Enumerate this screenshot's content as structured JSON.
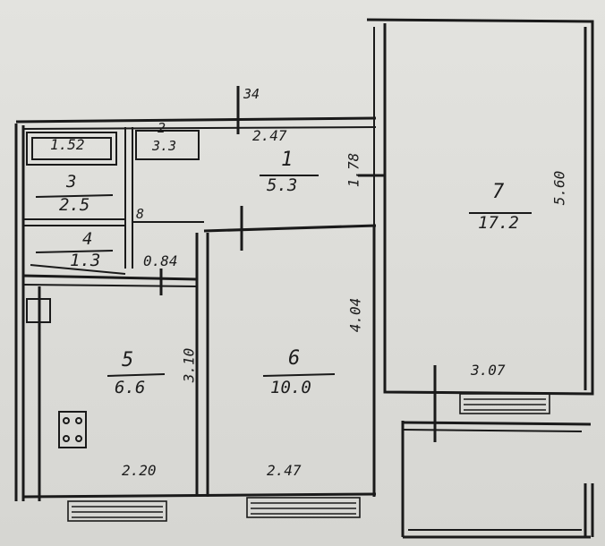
{
  "rooms": [
    {
      "id": "1",
      "number": "1",
      "area": "5.3"
    },
    {
      "id": "2",
      "number": "2",
      "area": "3.3"
    },
    {
      "id": "3",
      "number": "3",
      "area": "2.5"
    },
    {
      "id": "4",
      "number": "4",
      "area": "1.3"
    },
    {
      "id": "5",
      "number": "5",
      "area": "6.6"
    },
    {
      "id": "6",
      "number": "6",
      "area": "10.0"
    },
    {
      "id": "7",
      "number": "7",
      "area": "17.2"
    },
    {
      "id": "8",
      "number": "8",
      "area": "0.84"
    }
  ],
  "dimensions": {
    "bath_width": "1.52",
    "hall_top": "2.47",
    "hall_side": "1.78",
    "bedroom_depth": "4.04",
    "kitchen_depth": "3.10",
    "kitchen_width": "2.20",
    "bedroom_width": "2.47",
    "living_length": "5.60",
    "living_width": "3.07",
    "marker": "34"
  }
}
